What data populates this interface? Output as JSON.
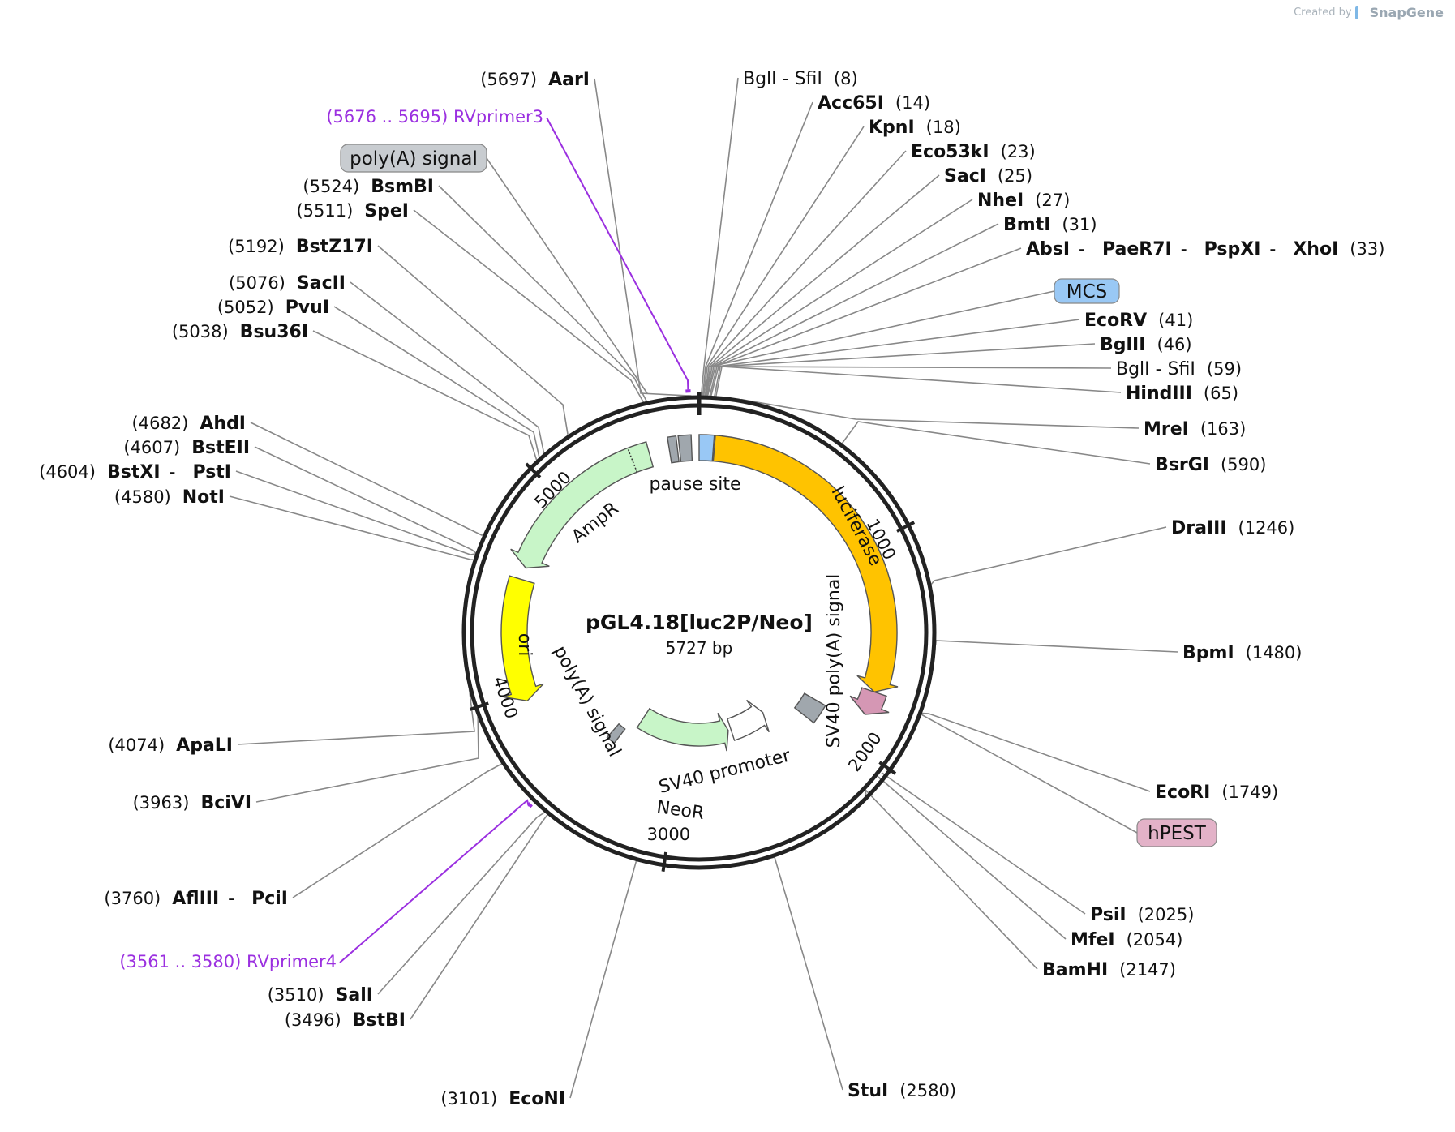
{
  "credit": {
    "prefix": "Created by",
    "brand": "SnapGene"
  },
  "plasmid": {
    "name": "pGL4.18[luc2P/Neo]",
    "length_label": "5727 bp",
    "length": 5727
  },
  "ticks": [
    {
      "pos": 1000,
      "label": "1000"
    },
    {
      "pos": 2000,
      "label": "2000"
    },
    {
      "pos": 3000,
      "label": "3000"
    },
    {
      "pos": 4000,
      "label": "4000"
    },
    {
      "pos": 5000,
      "label": "5000"
    }
  ],
  "sites": [
    {
      "pos": 5697,
      "parts": [
        {
          "t": "(5697)",
          "k": "pos"
        },
        {
          "t": "AarI",
          "k": "name"
        }
      ]
    },
    {
      "pos": 8,
      "parts": [
        {
          "t": "BglI  - SfiI",
          "k": "norm"
        },
        {
          "t": "(8)",
          "k": "pos"
        }
      ]
    },
    {
      "pos": 14,
      "parts": [
        {
          "t": "Acc65I",
          "k": "name"
        },
        {
          "t": "(14)",
          "k": "pos"
        }
      ]
    },
    {
      "pos": 18,
      "parts": [
        {
          "t": "KpnI",
          "k": "name"
        },
        {
          "t": "(18)",
          "k": "pos"
        }
      ]
    },
    {
      "pos": 23,
      "parts": [
        {
          "t": "Eco53kI",
          "k": "name"
        },
        {
          "t": "(23)",
          "k": "pos"
        }
      ]
    },
    {
      "pos": 25,
      "parts": [
        {
          "t": "SacI",
          "k": "name"
        },
        {
          "t": "(25)",
          "k": "pos"
        }
      ]
    },
    {
      "pos": 27,
      "parts": [
        {
          "t": "NheI",
          "k": "name"
        },
        {
          "t": "(27)",
          "k": "pos"
        }
      ]
    },
    {
      "pos": 31,
      "parts": [
        {
          "t": "BmtI",
          "k": "name"
        },
        {
          "t": "(31)",
          "k": "pos"
        }
      ]
    },
    {
      "pos": 33,
      "parts": [
        {
          "t": "AbsI",
          "k": "name"
        },
        {
          "t": " - ",
          "k": "norm"
        },
        {
          "t": "PaeR7I",
          "k": "name"
        },
        {
          "t": " - ",
          "k": "norm"
        },
        {
          "t": "PspXI",
          "k": "name"
        },
        {
          "t": " - ",
          "k": "norm"
        },
        {
          "t": "XhoI",
          "k": "name"
        },
        {
          "t": "(33)",
          "k": "pos"
        }
      ]
    },
    {
      "pos": 41,
      "parts": [
        {
          "t": "EcoRV",
          "k": "name"
        },
        {
          "t": "(41)",
          "k": "pos"
        }
      ]
    },
    {
      "pos": 46,
      "parts": [
        {
          "t": "BglII",
          "k": "name"
        },
        {
          "t": "(46)",
          "k": "pos"
        }
      ]
    },
    {
      "pos": 59,
      "parts": [
        {
          "t": "BglI  - SfiI",
          "k": "norm"
        },
        {
          "t": "(59)",
          "k": "pos"
        }
      ]
    },
    {
      "pos": 65,
      "parts": [
        {
          "t": "HindIII",
          "k": "name"
        },
        {
          "t": "(65)",
          "k": "pos"
        }
      ]
    },
    {
      "pos": 163,
      "parts": [
        {
          "t": "MreI",
          "k": "name"
        },
        {
          "t": "(163)",
          "k": "pos"
        }
      ]
    },
    {
      "pos": 590,
      "parts": [
        {
          "t": "BsrGI",
          "k": "name"
        },
        {
          "t": "(590)",
          "k": "pos"
        }
      ]
    },
    {
      "pos": 1246,
      "parts": [
        {
          "t": "DraIII",
          "k": "name"
        },
        {
          "t": "(1246)",
          "k": "pos"
        }
      ]
    },
    {
      "pos": 1480,
      "parts": [
        {
          "t": "BpmI",
          "k": "name"
        },
        {
          "t": "(1480)",
          "k": "pos"
        }
      ]
    },
    {
      "pos": 1749,
      "parts": [
        {
          "t": "EcoRI",
          "k": "name"
        },
        {
          "t": "(1749)",
          "k": "pos"
        }
      ]
    },
    {
      "pos": 2025,
      "parts": [
        {
          "t": "PsiI",
          "k": "name"
        },
        {
          "t": "(2025)",
          "k": "pos"
        }
      ]
    },
    {
      "pos": 2054,
      "parts": [
        {
          "t": "MfeI",
          "k": "name"
        },
        {
          "t": "(2054)",
          "k": "pos"
        }
      ]
    },
    {
      "pos": 2147,
      "parts": [
        {
          "t": "BamHI",
          "k": "name"
        },
        {
          "t": "(2147)",
          "k": "pos"
        }
      ]
    },
    {
      "pos": 2580,
      "parts": [
        {
          "t": "StuI",
          "k": "name"
        },
        {
          "t": "(2580)",
          "k": "pos"
        }
      ]
    },
    {
      "pos": 3101,
      "parts": [
        {
          "t": "(3101)",
          "k": "pos"
        },
        {
          "t": "EcoNI",
          "k": "name"
        }
      ]
    },
    {
      "pos": 3496,
      "parts": [
        {
          "t": "(3496)",
          "k": "pos"
        },
        {
          "t": "BstBI",
          "k": "name"
        }
      ]
    },
    {
      "pos": 3510,
      "parts": [
        {
          "t": "(3510)",
          "k": "pos"
        },
        {
          "t": "SalI",
          "k": "name"
        }
      ]
    },
    {
      "pos": 3760,
      "parts": [
        {
          "t": "(3760)",
          "k": "pos"
        },
        {
          "t": "AflIII",
          "k": "name"
        },
        {
          "t": " - ",
          "k": "norm"
        },
        {
          "t": "PciI",
          "k": "name"
        }
      ]
    },
    {
      "pos": 3963,
      "parts": [
        {
          "t": "(3963)",
          "k": "pos"
        },
        {
          "t": "BciVI",
          "k": "name"
        }
      ]
    },
    {
      "pos": 4074,
      "parts": [
        {
          "t": "(4074)",
          "k": "pos"
        },
        {
          "t": "ApaLI",
          "k": "name"
        }
      ]
    },
    {
      "pos": 4580,
      "parts": [
        {
          "t": "(4580)",
          "k": "pos"
        },
        {
          "t": "NotI",
          "k": "name"
        }
      ]
    },
    {
      "pos": 4604,
      "parts": [
        {
          "t": "(4604)",
          "k": "pos"
        },
        {
          "t": "BstXI",
          "k": "name"
        },
        {
          "t": " - ",
          "k": "norm"
        },
        {
          "t": "PstI",
          "k": "name"
        }
      ]
    },
    {
      "pos": 4607,
      "parts": [
        {
          "t": "(4607)",
          "k": "pos"
        },
        {
          "t": "BstEII",
          "k": "name"
        }
      ]
    },
    {
      "pos": 4682,
      "parts": [
        {
          "t": "(4682)",
          "k": "pos"
        },
        {
          "t": "AhdI",
          "k": "name"
        }
      ]
    },
    {
      "pos": 5038,
      "parts": [
        {
          "t": "(5038)",
          "k": "pos"
        },
        {
          "t": "Bsu36I",
          "k": "name"
        }
      ]
    },
    {
      "pos": 5052,
      "parts": [
        {
          "t": "(5052)",
          "k": "pos"
        },
        {
          "t": "PvuI",
          "k": "name"
        }
      ]
    },
    {
      "pos": 5076,
      "parts": [
        {
          "t": "(5076)",
          "k": "pos"
        },
        {
          "t": "SacII",
          "k": "name"
        }
      ]
    },
    {
      "pos": 5192,
      "parts": [
        {
          "t": "(5192)",
          "k": "pos"
        },
        {
          "t": "BstZ17I",
          "k": "name"
        }
      ]
    },
    {
      "pos": 5511,
      "parts": [
        {
          "t": "(5511)",
          "k": "pos"
        },
        {
          "t": "SpeI",
          "k": "name"
        }
      ]
    },
    {
      "pos": 5524,
      "parts": [
        {
          "t": "(5524)",
          "k": "pos"
        },
        {
          "t": "BsmBI",
          "k": "name"
        }
      ]
    }
  ],
  "primers": [
    {
      "start": 5676,
      "end": 5695,
      "label": "(5676 .. 5695)  RVprimer3",
      "color": "#9b30e0"
    },
    {
      "start": 3561,
      "end": 3580,
      "label": "(3561 .. 3580)  RVprimer4",
      "color": "#9b30e0"
    }
  ],
  "callouts": [
    {
      "pos": 5620,
      "label": "poly(A) signal",
      "fill": "#c8ccd0"
    },
    {
      "pos": 36,
      "label": "MCS",
      "fill": "#99c8f5"
    },
    {
      "pos": 1820,
      "label": "hPEST",
      "fill": "#e3b2c8"
    }
  ],
  "features": [
    {
      "name": "luciferase",
      "start": 75,
      "end": 1730,
      "fill": "#ffc300",
      "arrow": "cw"
    },
    {
      "name": "hPEST",
      "start": 1730,
      "end": 1850,
      "fill": "#d597b4",
      "arrow": "cw"
    },
    {
      "name": "SV40 poly(A) signal",
      "start": 1910,
      "end": 2040,
      "fill": "#a0a7ad",
      "arrow": "none"
    },
    {
      "name": "SV40 promoter",
      "start": 2250,
      "end": 2575,
      "fill": "#ffffff",
      "arrow": "ccw"
    },
    {
      "name": "NeoR",
      "start": 2600,
      "end": 3390,
      "fill": "#c8f5c8",
      "arrow": "ccw"
    },
    {
      "name": "poly(A) signal",
      "start": 3460,
      "end": 3520,
      "fill": "#a0a7ad",
      "arrow": "none"
    },
    {
      "name": "ori",
      "start": 3950,
      "end": 4560,
      "fill": "#ffff00",
      "arrow": "ccw"
    },
    {
      "name": "AmpR",
      "start": 4620,
      "end": 5480,
      "fill": "#c8f5c8",
      "arrow": "ccw"
    },
    {
      "name": "pause site",
      "start": 5630,
      "end": 5690,
      "fill": "#a0a7ad",
      "arrow": "none"
    },
    {
      "name": "pause site 2",
      "start": 5580,
      "end": 5620,
      "fill": "#a0a7ad",
      "arrow": "none"
    },
    {
      "name": "MCS",
      "start": 0,
      "end": 70,
      "fill": "#99c8f5",
      "arrow": "none"
    }
  ],
  "feature_labels": [
    {
      "text": "pause site"
    },
    {
      "text": "luciferase"
    },
    {
      "text": "SV40 poly(A) signal"
    },
    {
      "text": "AmpR"
    },
    {
      "text": "ori"
    },
    {
      "text": "poly(A) signal"
    },
    {
      "text": "SV40 promoter"
    },
    {
      "text": "NeoR"
    }
  ]
}
